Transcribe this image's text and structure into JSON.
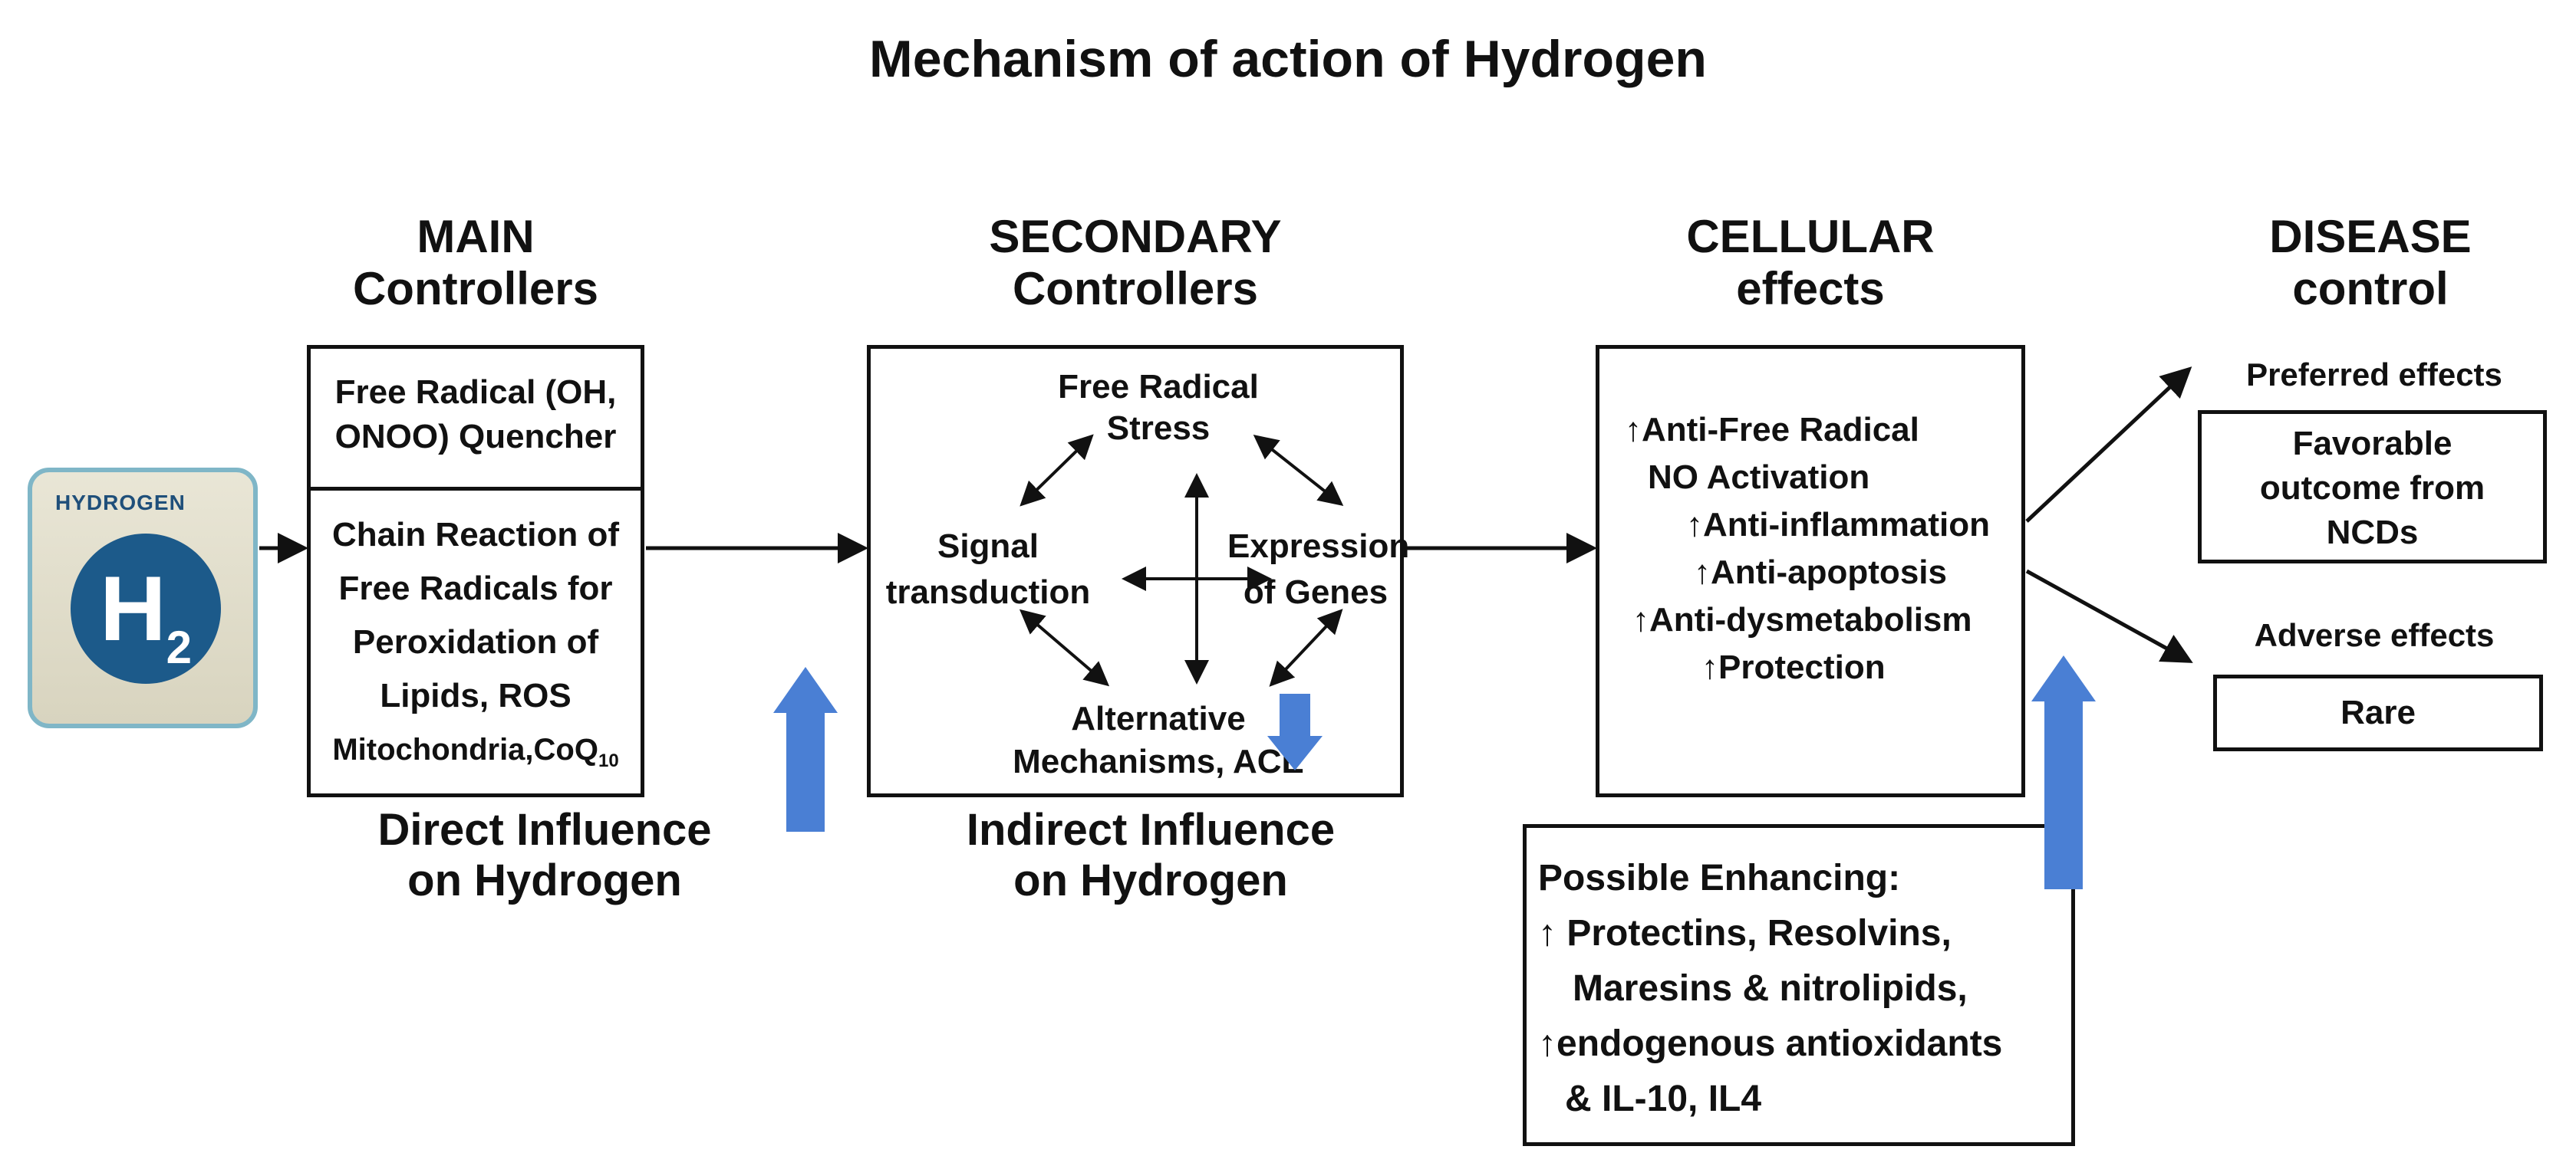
{
  "title": "Mechanism of action of Hydrogen",
  "logo": {
    "label": "HYDROGEN",
    "symbol": "H",
    "subscript": "2"
  },
  "columns": {
    "main": {
      "line1": "MAIN",
      "line2": "Controllers"
    },
    "secondary": {
      "line1": "SECONDARY",
      "line2": "Controllers"
    },
    "cellular": {
      "line1": "CELLULAR",
      "line2": "effects"
    },
    "disease": {
      "line1": "DISEASE",
      "line2": "control"
    }
  },
  "main_box": {
    "top_line1": "Free Radical (OH,",
    "top_line2": "ONOO) Quencher",
    "bottom_line1": "Chain Reaction of",
    "bottom_line2": "Free Radicals for",
    "bottom_line3": "Peroxidation of",
    "bottom_line4": "Lipids, ROS",
    "bottom_line5": "Mitochondria,CoQ",
    "bottom_sub": "10"
  },
  "direct_influence": {
    "line1": "Direct Influence",
    "line2": "on Hydrogen"
  },
  "secondary_box": {
    "free_radical_line1": "Free Radical",
    "free_radical_line2": "Stress",
    "signal_line1": "Signal",
    "signal_line2": "transduction",
    "expression_line1": "Expression",
    "expression_line2": "of Genes",
    "alternative_line1": "Alternative",
    "alternative_line2": "Mechanisms, ACE"
  },
  "indirect_influence": {
    "line1": "Indirect Influence",
    "line2": "on Hydrogen"
  },
  "cellular_box": {
    "line1": "↑Anti-Free Radical",
    "line2": "NO Activation",
    "line3": "↑Anti-inflammation",
    "line4": "↑Anti-apoptosis",
    "line5": "↑Anti-dysmetabolism",
    "line6": "↑Protection"
  },
  "enhancing_box": {
    "line1": "Possible Enhancing:",
    "line2": "↑ Protectins, Resolvins,",
    "line3": "Maresins & nitrolipids,",
    "line4": "↑endogenous antioxidants",
    "line5": "&  IL-10, IL4"
  },
  "disease": {
    "preferred_label": "Preferred effects",
    "preferred_line1": "Favorable",
    "preferred_line2": "outcome from",
    "preferred_line3": "NCDs",
    "adverse_label": "Adverse effects",
    "adverse_value": "Rare"
  },
  "colors": {
    "blue_arrow": "#4a7fd4",
    "line": "#111111",
    "logo_circle": "#1c5a8a"
  }
}
